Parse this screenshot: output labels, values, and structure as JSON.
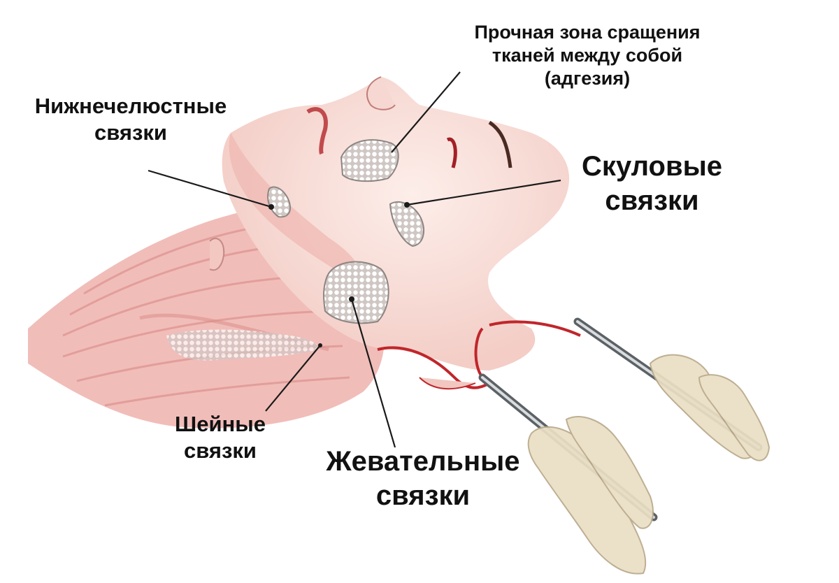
{
  "diagram": {
    "labels": {
      "adhesion": [
        "Прочная зона сращения",
        "тканей между собой",
        "(адгезия)"
      ],
      "mandibular": [
        "Нижнечелюстные",
        "связки"
      ],
      "zygomatic": [
        "Скуловые",
        "связки"
      ],
      "cervical": [
        "Шейные",
        "связки"
      ],
      "masseteric": [
        "Жевательные",
        "связки"
      ]
    },
    "colors": {
      "skin": "#f6d2cb",
      "skin_light": "#fbe6e1",
      "muscle": "#e9a7a3",
      "muscle_line": "#d98986",
      "blood": "#c0262b",
      "ligament": "#ffffff",
      "ligament_shadow": "#9c8f8b",
      "instrument": "#8f9396",
      "glove": "#eadfc4",
      "leader_line": "#1a1a1a",
      "text": "#111111"
    }
  }
}
